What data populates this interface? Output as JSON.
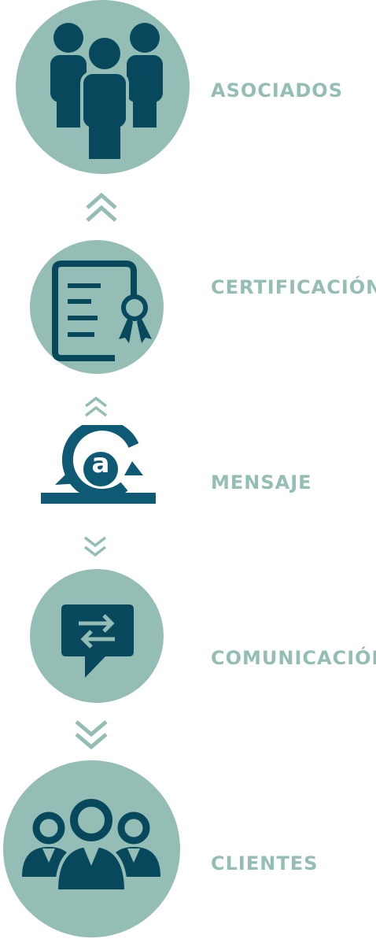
{
  "colors": {
    "circle": "#94bdb5",
    "icon": "#07485c",
    "label": "#94bdb5",
    "chevron": "#94bdb5",
    "brand": "#0e5a75"
  },
  "steps": [
    {
      "label": "ASOCIADOS",
      "icon": "people-group-icon"
    },
    {
      "label": "CERTIFICACIÓN",
      "icon": "certificate-icon"
    },
    {
      "label": "MENSAJE",
      "icon": "message-logo-icon"
    },
    {
      "label": "COMUNICACIÓN",
      "icon": "chat-exchange-icon"
    },
    {
      "label": "CLIENTES",
      "icon": "clients-icon"
    }
  ],
  "logo_letter": "a",
  "arrows": [
    "up",
    "up",
    "down",
    "down"
  ]
}
